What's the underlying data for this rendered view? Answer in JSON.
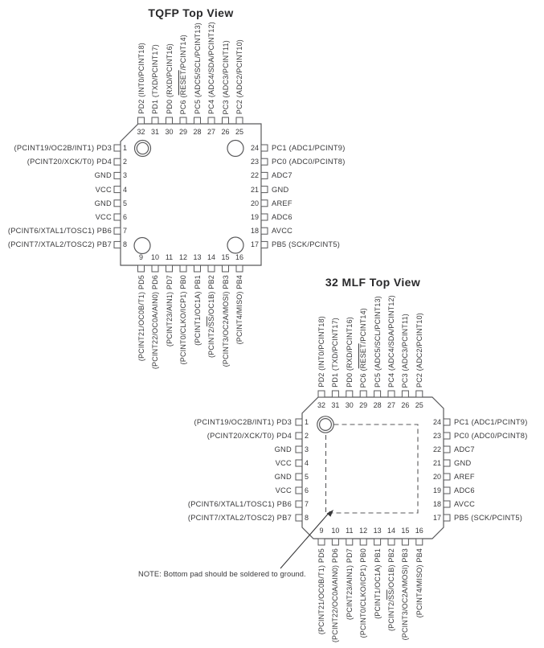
{
  "titles": {
    "tqfp": "TQFP Top View",
    "mlf": "32 MLF Top View"
  },
  "note": "NOTE: Bottom pad should be soldered to ground.",
  "colors": {
    "line": "#59595b",
    "text": "#38383a",
    "background": "#ffffff"
  },
  "pinout": {
    "top": [
      {
        "num": "32",
        "label": "PD2 (INT0/PCINT18)"
      },
      {
        "num": "31",
        "label": "PD1 (TXD/PCINT17)"
      },
      {
        "num": "30",
        "label": "PD0 (RXD/PCINT16)"
      },
      {
        "num": "29",
        "label": "PC6 (RESET/PCINT14)",
        "overline": "RESET"
      },
      {
        "num": "28",
        "label": "PC5 (ADC5/SCL/PCINT13)"
      },
      {
        "num": "27",
        "label": "PC4 (ADC4/SDA/PCINT12)"
      },
      {
        "num": "26",
        "label": "PC3 (ADC3/PCINT11)"
      },
      {
        "num": "25",
        "label": "PC2 (ADC2/PCINT10)"
      }
    ],
    "left": [
      {
        "num": "1",
        "label": "(PCINT19/OC2B/INT1) PD3"
      },
      {
        "num": "2",
        "label": "(PCINT20/XCK/T0) PD4"
      },
      {
        "num": "3",
        "label": "GND"
      },
      {
        "num": "4",
        "label": "VCC"
      },
      {
        "num": "5",
        "label": "GND"
      },
      {
        "num": "6",
        "label": "VCC"
      },
      {
        "num": "7",
        "label": "(PCINT6/XTAL1/TOSC1) PB6"
      },
      {
        "num": "8",
        "label": "(PCINT7/XTAL2/TOSC2) PB7"
      }
    ],
    "right": [
      {
        "num": "24",
        "label": "PC1 (ADC1/PCINT9)"
      },
      {
        "num": "23",
        "label": "PC0 (ADC0/PCINT8)"
      },
      {
        "num": "22",
        "label": "ADC7"
      },
      {
        "num": "21",
        "label": "GND"
      },
      {
        "num": "20",
        "label": "AREF"
      },
      {
        "num": "19",
        "label": "ADC6"
      },
      {
        "num": "18",
        "label": "AVCC"
      },
      {
        "num": "17",
        "label": "PB5 (SCK/PCINT5)"
      }
    ],
    "bottom": [
      {
        "num": "9",
        "label": "(PCINT21/OC0B/T1) PD5"
      },
      {
        "num": "10",
        "label": "(PCINT22/OC0A/AIN0) PD6"
      },
      {
        "num": "11",
        "label": "(PCINT23/AIN1) PD7"
      },
      {
        "num": "12",
        "label": "(PCINT0/CLKO/ICP1) PB0"
      },
      {
        "num": "13",
        "label": "(PCINT1/OC1A) PB1"
      },
      {
        "num": "14",
        "label": "(PCINT2/SS/OC1B) PB2",
        "overline": "SS"
      },
      {
        "num": "15",
        "label": "(PCINT3/OC2A/MOSI) PB3"
      },
      {
        "num": "16",
        "label": "(PCINT4/MISO) PB4"
      }
    ]
  }
}
